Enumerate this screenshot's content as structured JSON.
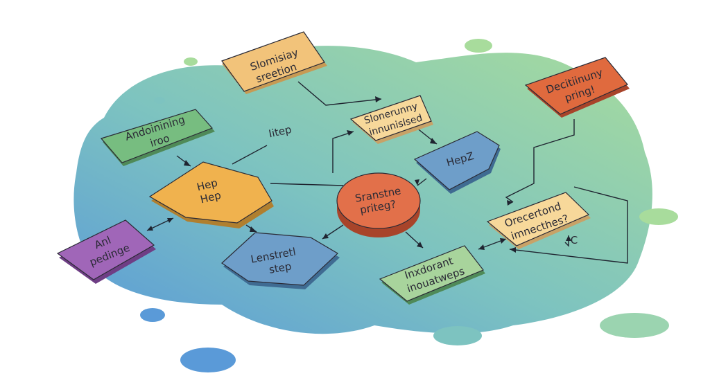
{
  "nodes": {
    "top_center": {
      "line1": "Slomisiay",
      "line2": "sreetion"
    },
    "left_green": {
      "line1": "Andoinining",
      "line2": "iroo"
    },
    "orange_hex": {
      "line1": "Hep",
      "line2": "Hep"
    },
    "purple_left": {
      "line1": "Anl",
      "line2": "pedinge"
    },
    "blue_bottom": {
      "line1": "Lenstretl",
      "line2": "step"
    },
    "center_small": {
      "line1": "Slonerunny",
      "line2": "innunislsed"
    },
    "blue_right": {
      "line1": "HepZ"
    },
    "center_circle": {
      "line1": "Sranstne",
      "line2": "priteg?"
    },
    "green_bottom": {
      "line1": "Inxdorant",
      "line2": "inouatweps"
    },
    "right_orange": {
      "line1": "Orecertond",
      "line2": "imnecthes?"
    },
    "red_top_right": {
      "line1": "Decitiinuny",
      "line2": "pring!"
    }
  },
  "annotations": {
    "iitep": "Iitep",
    "c": "C"
  },
  "colors": {
    "yellow": "#f2c37a",
    "green": "#77bd80",
    "orange": "#f0b24e",
    "purple": "#a066b8",
    "blue": "#6e9ec9",
    "red_circle": "#e2704a",
    "red_box": "#e06a3e",
    "light_yellow": "#f7d89a"
  }
}
